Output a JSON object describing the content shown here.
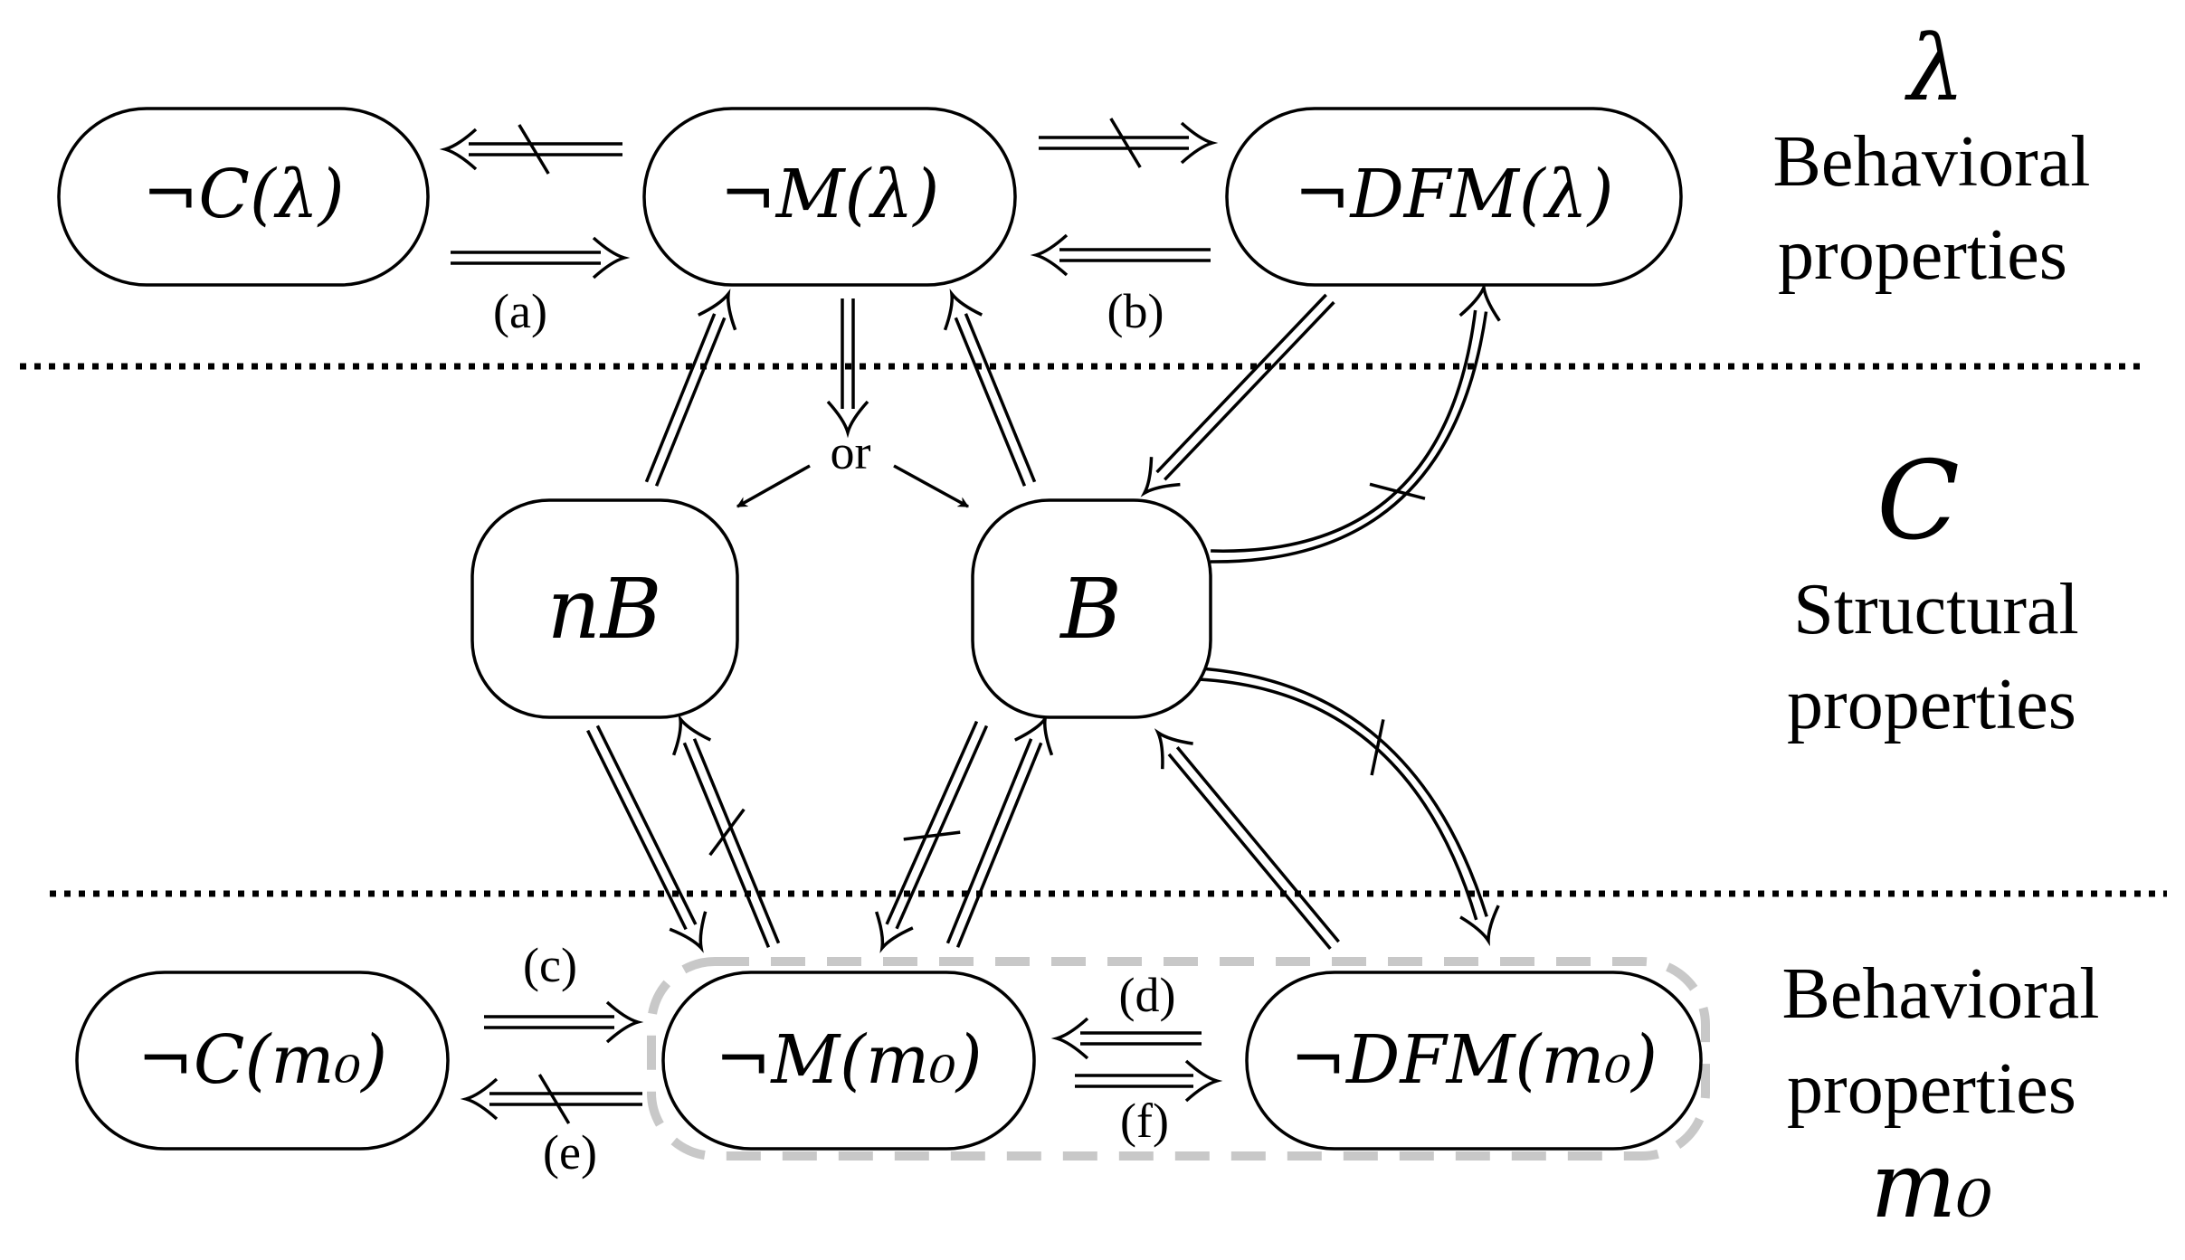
{
  "nodes": {
    "c_lambda": "¬C(λ)",
    "m_lambda": "¬M(λ)",
    "dfm_lambda": "¬DFM(λ)",
    "nb": "nB",
    "b": "B",
    "c_m0": "¬C(m₀)",
    "m_m0": "¬M(m₀)",
    "dfm_m0": "¬DFM(m₀)"
  },
  "side_labels": {
    "top_symbol": "λ",
    "top_line1": "Behavioral",
    "top_line2": "properties",
    "middle_symbol": "C",
    "middle_line1": "Structural",
    "middle_line2": "properties",
    "bottom_line1": "Behavioral",
    "bottom_line2": "properties",
    "bottom_symbol": "m₀"
  },
  "edge_labels": {
    "a": "(a)",
    "b": "(b)",
    "c": "(c)",
    "d": "(d)",
    "e": "(e)",
    "f": "(f)",
    "or": "or"
  }
}
